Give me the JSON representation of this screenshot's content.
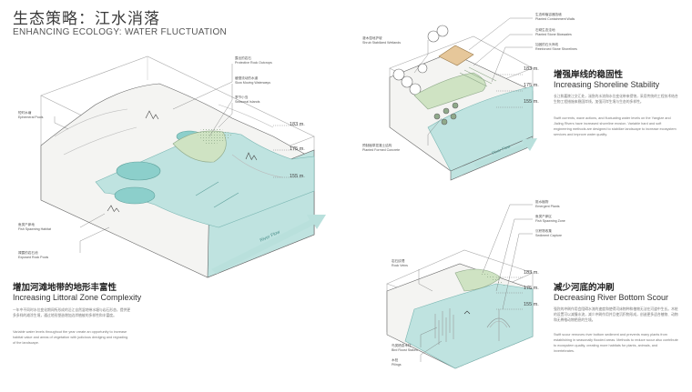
{
  "header": {
    "title_zh": "生态策略：江水消落",
    "title_en": "ENHANCING ECOLOGY: WATER FLUCTUATION"
  },
  "colors": {
    "water": "#bfe3e0",
    "water_deep": "#8ccfcb",
    "vegetation": "#cfe3c3",
    "accent_arrow": "#b9e0dc",
    "line": "#666666"
  },
  "diagram_left": {
    "labels": {
      "ephemeral_pools": {
        "zh": "短时水塘",
        "en": "Ephemeral Pools"
      },
      "rock_outcrops": {
        "zh": "露出的岩石",
        "en": "Protective Rock Outcrops"
      },
      "waterways": {
        "zh": "缓慢流动的水道",
        "en": "Slow Moving Waterways"
      },
      "islands": {
        "zh": "季节小岛",
        "en": "Seasonal Islands"
      },
      "fish_spawning": {
        "zh": "鱼类产卵地",
        "en": "Fish Spawning Habitat"
      },
      "rock_pools": {
        "zh": "裸露的岩石池",
        "en": "Exposed Rock Pools"
      }
    },
    "elevations": [
      "183 m.",
      "175 m.",
      "155 m."
    ],
    "arrow_text": "River Flow",
    "heading_zh": "增加河滩地带的地形丰富性",
    "heading_en": "Increasing Littoral Zone Complexity",
    "para_zh": "一年中不同时水位变化期间所形成的沿江自然湿地带水塘与岩石形态，提供更多多样的滩涂生境，通过地形塑造增加边岸植被的多样性和丰富度。",
    "para_en": "Variable water levels throughout the year create an opportunity to increase habitat value and areas of vegetation with judicious dredging and regrading of the landscape."
  },
  "diagram_top_right": {
    "labels": {
      "containment_walls": {
        "zh": "生态种植容器挡墙",
        "en": "Planted Containment Walls"
      },
      "stone_bioswales": {
        "zh": "石砌生态洼地",
        "en": "Planted Stone Bioswales"
      },
      "stone_shorelines": {
        "zh": "加固的石头岸线",
        "en": "Reinforced Stone Shorelines"
      },
      "shrub_wetlands": {
        "zh": "灌木湿地护坡",
        "en": "Shrub Stabilized Wetlands"
      },
      "formed_concrete": {
        "zh": "预制植草混凝土结构",
        "en": "Planted Formed Concrete"
      }
    },
    "elevations": [
      "183 m.",
      "175 m.",
      "155 m."
    ],
    "arrow_text": "River Flow",
    "heading_zh": "增强岸线的稳固性",
    "heading_en": "Increasing Shoreline Stability",
    "para_zh": "长江和嘉陵江交汇处，湍急的水流和水位变化带来侵蚀，采用传统的工程技术结合生物工程措施来稳固岸线，加强河岸生境与生态的多样性。",
    "para_en": "Swift currents, wave actions, and fluctuating water levels on the Yangtze and Jialing Rivers have increased shoreline erosion. Variable hard and soft engineering methods are designed to stabilize landscape to increase ecosystem services and improve water quality."
  },
  "diagram_bottom_right": {
    "labels": {
      "emergent_plants": {
        "zh": "挺水植物",
        "en": "Emergent Plants"
      },
      "fish_zone": {
        "zh": "鱼类产卵区",
        "en": "Fish Spawning Zone"
      },
      "sediment_capture": {
        "zh": "沉积物收集",
        "en": "Sediment Capture"
      },
      "rock_veins": {
        "zh": "岩石纹理",
        "en": "Rock Veins"
      },
      "bird_roost": {
        "zh": "鸟类栖息木柱",
        "en": "Bird Roost Stakes"
      },
      "pilings": {
        "zh": "木桩",
        "en": "Pilings"
      }
    },
    "elevations": [
      "183 m.",
      "175 m.",
      "155 m."
    ],
    "heading_zh": "减少河底的冲刷",
    "heading_en": "Decreasing River Bottom Scour",
    "para_zh": "强烈的冲刷作用会阻碍水流的速度和使得河床物种和植物无法在河道中生长。木桩的设置可以减慢水流，减少冲刷作用并且使沉积物形成，创造更多适合植物、动物和无脊椎动物栖息的生境。",
    "para_en": "Swift scour removes river bottom sediment and prevents many plants from establishing in seasonally flooded areas. Methods to reduce scour also contribute to ecosystem quality, creating more habitats for plants, animals, and invertebrates."
  }
}
